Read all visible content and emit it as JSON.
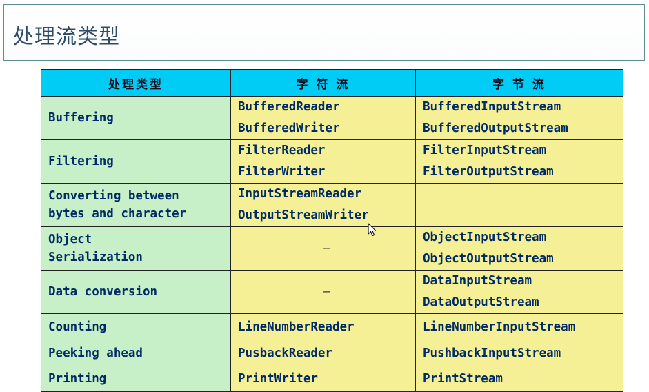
{
  "slide": {
    "title": "处理流类型"
  },
  "table": {
    "headers": [
      "处理类型",
      "字 符 流",
      "字 节 流"
    ],
    "rows": [
      {
        "type_lines": [
          "Buffering"
        ],
        "char": [
          "BufferedReader",
          "BufferedWriter"
        ],
        "byte": [
          "BufferedInputStream",
          "BufferedOutputStream"
        ]
      },
      {
        "type_lines": [
          "Filtering"
        ],
        "char": [
          "FilterReader",
          "FilterWriter"
        ],
        "byte": [
          "FilterInputStream",
          "FilterOutputStream"
        ]
      },
      {
        "type_lines": [
          "Converting between",
          "bytes and character"
        ],
        "char": [
          "InputStreamReader",
          "OutputStreamWriter"
        ],
        "byte": []
      },
      {
        "type_lines": [
          "Object",
          "Serialization"
        ],
        "char": [
          "—"
        ],
        "byte": [
          "ObjectInputStream",
          "ObjectOutputStream"
        ]
      },
      {
        "type_lines": [
          "Data conversion"
        ],
        "char": [
          "—"
        ],
        "byte": [
          "DataInputStream",
          "DataOutputStream"
        ]
      },
      {
        "type_lines": [
          "Counting"
        ],
        "char": [
          "LineNumberReader"
        ],
        "byte": [
          "LineNumberInputStream"
        ]
      },
      {
        "type_lines": [
          "Peeking ahead"
        ],
        "char": [
          "PusbackReader"
        ],
        "byte": [
          "PushbackInputStream"
        ]
      },
      {
        "type_lines": [
          "Printing"
        ],
        "char": [
          "PrintWriter"
        ],
        "byte": [
          "PrintStream"
        ]
      }
    ]
  },
  "colors": {
    "header_bg": "#00ccf5",
    "type_col_bg": "#c8f0c8",
    "stream_col_bg": "#f5f096",
    "text": "#002b66",
    "title_text": "#2f4a68"
  },
  "icons": {
    "cursor": "mouse-pointer-icon"
  }
}
